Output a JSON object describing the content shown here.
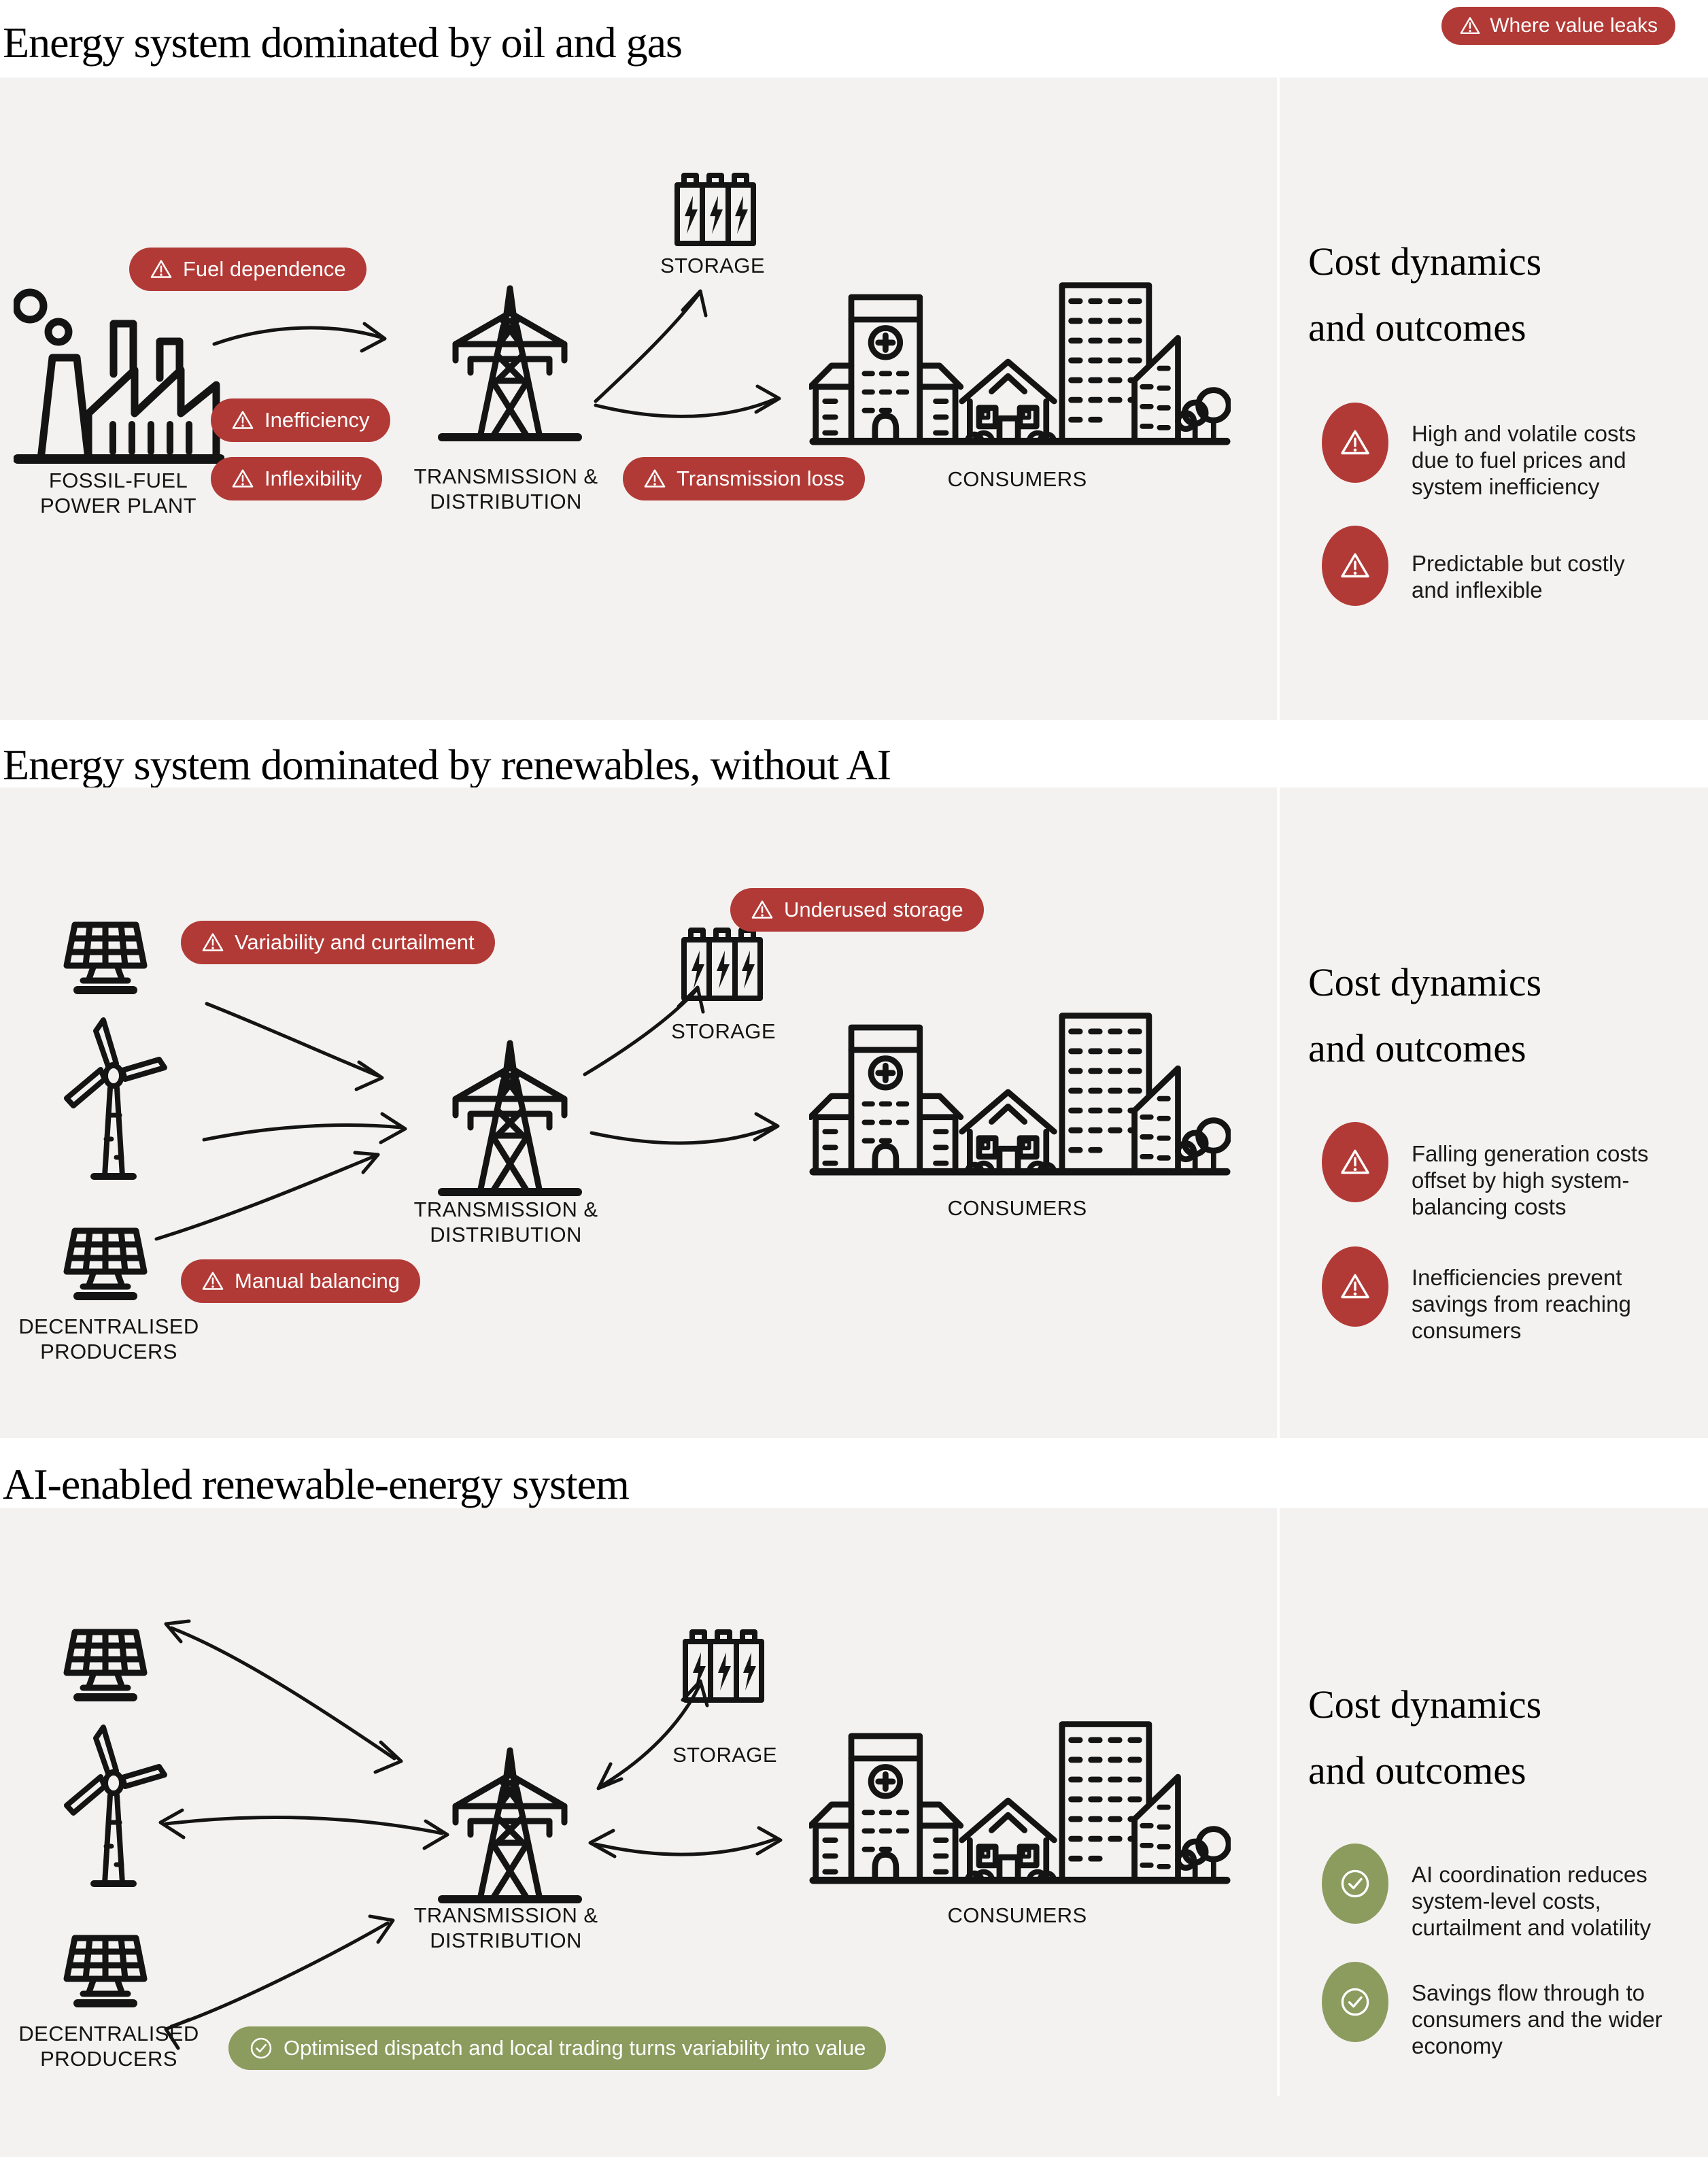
{
  "colors": {
    "red": "#b23a36",
    "green": "#8b9c5e",
    "band_bg": "#f3f2f1",
    "ink": "#141414"
  },
  "value_leaks_badge": "Where value leaks",
  "panel_title": "Cost dynamics\nand outcomes",
  "labels": {
    "fossil_plant": "FOSSIL-FUEL\nPOWER PLANT",
    "transmission": "TRANSMISSION &\nDISTRIBUTION",
    "storage": "STORAGE",
    "consumers": "CONSUMERS",
    "decentralised": "DECENTRALISED\nPRODUCERS"
  },
  "sections": [
    {
      "title": "Energy system dominated by oil and gas",
      "badges": [
        "Fuel dependence",
        "Inefficiency",
        "Inflexibility",
        "Transmission loss"
      ],
      "panel_items": [
        "High and volatile costs due to fuel prices and system inefficiency",
        "Predictable but costly and inflexible"
      ]
    },
    {
      "title": "Energy system dominated by renewables, without AI",
      "badges": [
        "Variability and curtailment",
        "Underused storage",
        "Manual balancing"
      ],
      "panel_items": [
        "Falling generation costs offset by high system-balancing costs",
        "Inefficiencies prevent savings from reaching consumers"
      ]
    },
    {
      "title": "AI-enabled renewable-energy system",
      "badges": [
        "Optimised dispatch and local trading turns variability into value"
      ],
      "panel_items": [
        "AI coordination reduces system-level costs, curtailment and volatility",
        "Savings flow through to consumers and the wider economy"
      ]
    }
  ]
}
